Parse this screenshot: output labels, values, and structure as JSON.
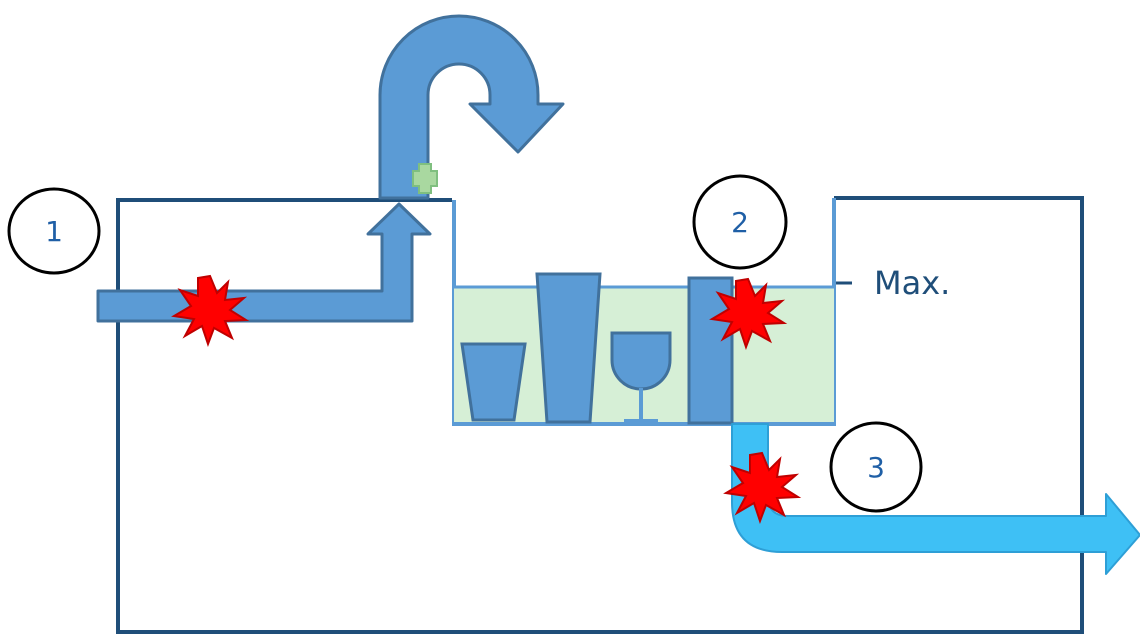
{
  "diagram": {
    "callouts": [
      {
        "number": "1"
      },
      {
        "number": "2"
      },
      {
        "number": "3"
      }
    ],
    "max_label": "Max."
  },
  "colors": {
    "enclosure_stroke": "#1f4e79",
    "pipe_blue": "#5b9bd5",
    "pipe_stroke": "#41719c",
    "drain_blue": "#3ec0f5",
    "water_fill": "#d6efd6",
    "water_line": "#5b9bd5",
    "leak_red": "#ff0000",
    "leak_stroke": "#c00000",
    "nozzle_green": "#a9d8a0",
    "callout_stroke": "#000000",
    "callout_text": "#1f5fa6"
  }
}
